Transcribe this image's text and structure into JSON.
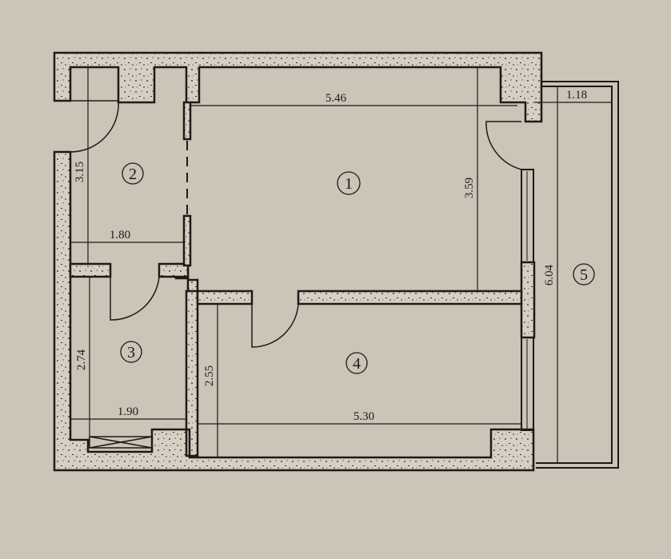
{
  "drawing": {
    "type": "apartment-floor-plan",
    "colors": {
      "paper": "#cbc4b7",
      "ink": "#1d1b18",
      "wall_fill": "#d6d0c4"
    },
    "rooms": [
      {
        "id": "1",
        "label": "1",
        "width": "5.46",
        "length": "3.59"
      },
      {
        "id": "2",
        "label": "2",
        "width": "1.80",
        "length": "3.15"
      },
      {
        "id": "3",
        "label": "3",
        "width": "1.90",
        "length": "2.74"
      },
      {
        "id": "4",
        "label": "4",
        "width": "5.30",
        "length": "2.55"
      },
      {
        "id": "5",
        "label": "5",
        "width": "1.18",
        "length": "6.04"
      }
    ],
    "dimensions": {
      "room1_width": "5.46",
      "room1_height": "3.59",
      "room2_width": "1.80",
      "room2_height": "3.15",
      "room3_width": "1.90",
      "room3_height": "2.74",
      "room4_width": "5.30",
      "room4_height": "2.55",
      "balcony_width": "1.18",
      "balcony_length": "6.04"
    }
  }
}
